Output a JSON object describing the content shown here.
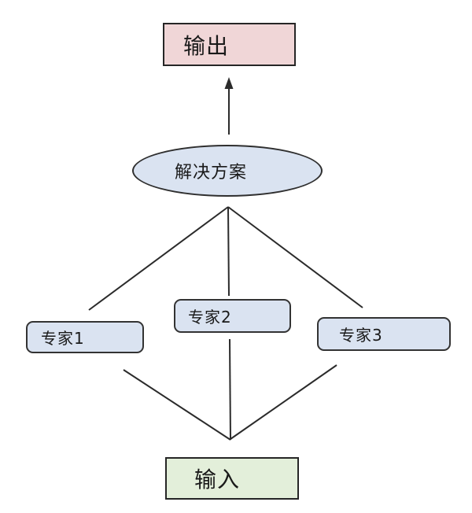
{
  "diagram": {
    "description": "Mixture-of-experts style flow diagram",
    "nodes": {
      "output": {
        "label": "输出",
        "shape": "rectangle",
        "fill": "#f0d6d7"
      },
      "solution": {
        "label": "解决方案",
        "shape": "ellipse",
        "fill": "#dae3f1"
      },
      "expert1": {
        "label": "专家1",
        "shape": "rounded-rectangle",
        "fill": "#dae3f1"
      },
      "expert2": {
        "label": "专家2",
        "shape": "rounded-rectangle",
        "fill": "#dae3f1"
      },
      "expert3": {
        "label": "专家3",
        "shape": "rounded-rectangle",
        "fill": "#dae3f1"
      },
      "input": {
        "label": "输入",
        "shape": "rectangle",
        "fill": "#e3efda"
      }
    },
    "edges": [
      {
        "from": "solution",
        "to": "output",
        "arrow": true
      },
      {
        "from": "expert1",
        "to": "solution",
        "arrow": false
      },
      {
        "from": "expert2",
        "to": "solution",
        "arrow": false
      },
      {
        "from": "expert3",
        "to": "solution",
        "arrow": false
      },
      {
        "from": "input",
        "to": "expert1",
        "arrow": false
      },
      {
        "from": "input",
        "to": "expert2",
        "arrow": false
      },
      {
        "from": "input",
        "to": "expert3",
        "arrow": false
      }
    ],
    "colors": {
      "background": "#ffffff",
      "border": "#2b2b2b",
      "line": "#2b2b2b",
      "text": "#1a1a1a",
      "output_fill": "#f0d6d7",
      "solution_fill": "#dae3f1",
      "expert_fill": "#dae3f1",
      "input_fill": "#e3efda"
    }
  }
}
